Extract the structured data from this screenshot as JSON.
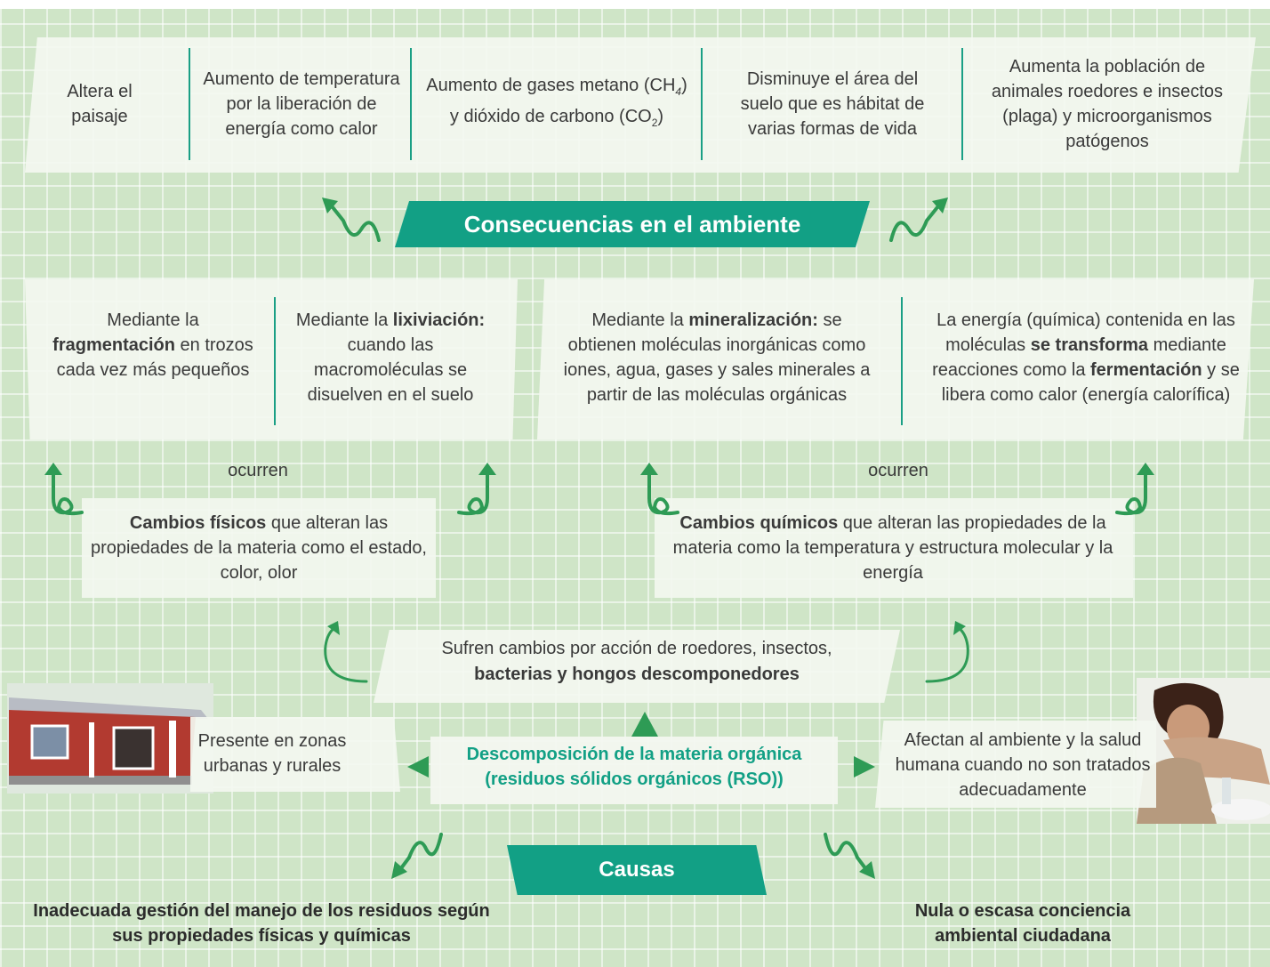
{
  "consequences": {
    "items": [
      "Altera el paisaje",
      "Aumento de temperatura por la liberación de energía como calor",
      [
        "Aumento de gases metano (CH",
        "4",
        ") y dióxido de carbono (CO",
        "2",
        ")"
      ],
      "Disminuye el área del suelo que es hábitat de varias formas de vida",
      "Aumenta la población de animales roedores e insectos (plaga) y microorganismos patógenos"
    ],
    "title": "Consecuencias en el ambiente"
  },
  "physical": {
    "fragmentation": {
      "pre": "Mediante la ",
      "bold": "fragmentación",
      "post": " en trozos cada vez más pequeños"
    },
    "lixiviation": {
      "pre": "Mediante la ",
      "bold": "lixiviación:",
      "post": " cuando las macromoléculas se disuelven en el suelo"
    },
    "occur": "ocurren",
    "change": {
      "bold": "Cambios físicos",
      "post": " que alteran las propiedades de la materia como el estado, color, olor"
    }
  },
  "chemical": {
    "mineralization": {
      "pre": "Mediante la ",
      "bold": "mineralización:",
      "post": " se obtienen moléculas inorgánicas como iones, agua, gases y sales minerales a partir de las moléculas orgánicas"
    },
    "energy": {
      "p1": "La energía (química) contenida en las moléculas ",
      "b1": "se transforma",
      "p2": " mediante reacciones como la ",
      "b2": "fermentación",
      "p3": " y se libera como calor (energía calorífica)"
    },
    "occur": "ocurren",
    "change": {
      "bold": "Cambios químicos",
      "post": " que alteran las propiedades de la materia como la temperatura y estructura molecular y la energía"
    }
  },
  "agents": {
    "line1": "Sufren cambios por acción de roedores, insectos,",
    "line2": "bacterias y hongos descomponedores"
  },
  "center": {
    "line1": "Descomposición de la materia orgánica",
    "line2": "(residuos sólidos orgánicos (RSO))"
  },
  "left_note": "Presente en zonas urbanas y rurales",
  "right_note": "Afectan al ambiente y la salud humana cuando no son tratados adecuadamente",
  "causes": {
    "title": "Causas",
    "left": "Inadecuada gestión del manejo de los residuos según sus propiedades físicas y químicas",
    "right": "Nula o escasa conciencia ambiental ciudadana"
  },
  "colors": {
    "accent": "#12a085",
    "grid": "#cfe5c7",
    "arrow": "#2e9b55"
  }
}
